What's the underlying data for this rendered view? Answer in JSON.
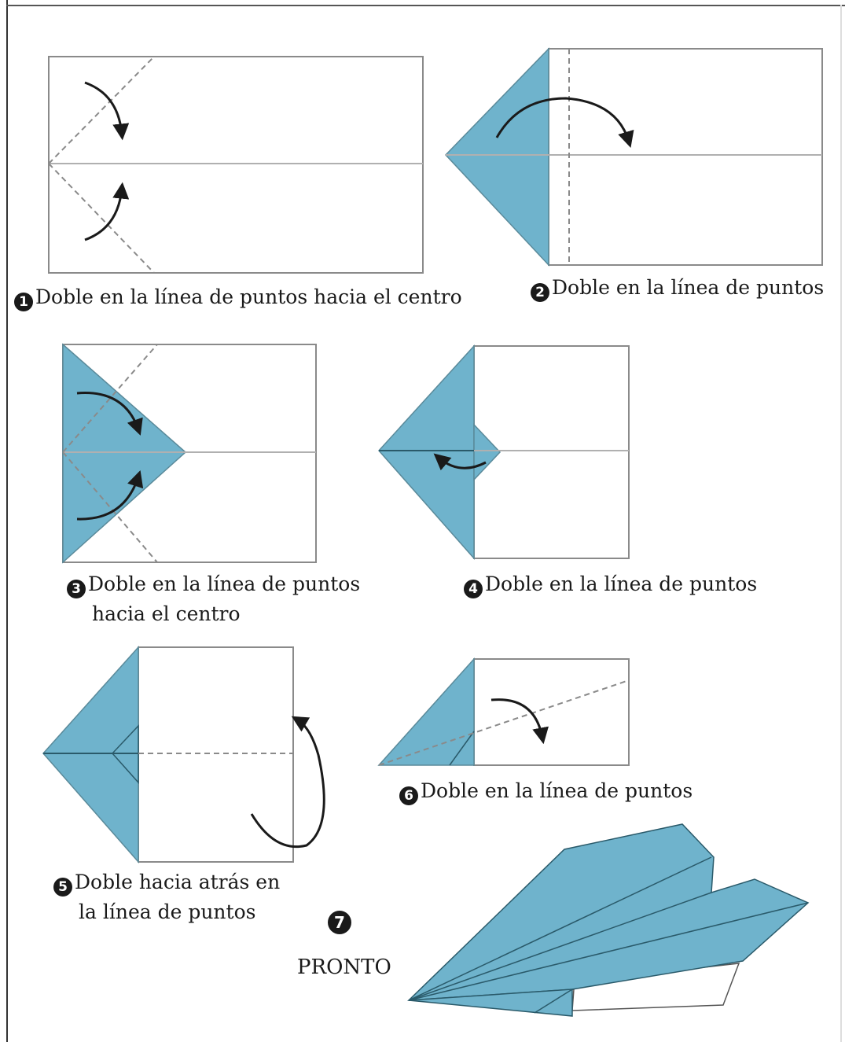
{
  "steps": [
    {
      "number": "1",
      "lines": [
        "Doble en la línea de puntos hacia el centro"
      ]
    },
    {
      "number": "2",
      "lines": [
        "Doble en la línea de puntos"
      ]
    },
    {
      "number": "3",
      "lines": [
        "Doble en la línea de puntos",
        "hacia el centro"
      ]
    },
    {
      "number": "4",
      "lines": [
        "Doble en la línea de puntos"
      ]
    },
    {
      "number": "5",
      "lines": [
        "Doble hacia atrás en",
        "la línea de puntos"
      ]
    },
    {
      "number": "6",
      "lines": [
        "Doble en la línea de puntos"
      ]
    },
    {
      "number": "7",
      "lines": [
        "PRONTO"
      ]
    }
  ],
  "colors": {
    "paper_fold": "#6fb3cc",
    "paper_fold_dark": "#5aa3bd",
    "outline": "#8a8a8a",
    "dashed": "#8a8a8a",
    "arrow": "#1a1a1a"
  }
}
